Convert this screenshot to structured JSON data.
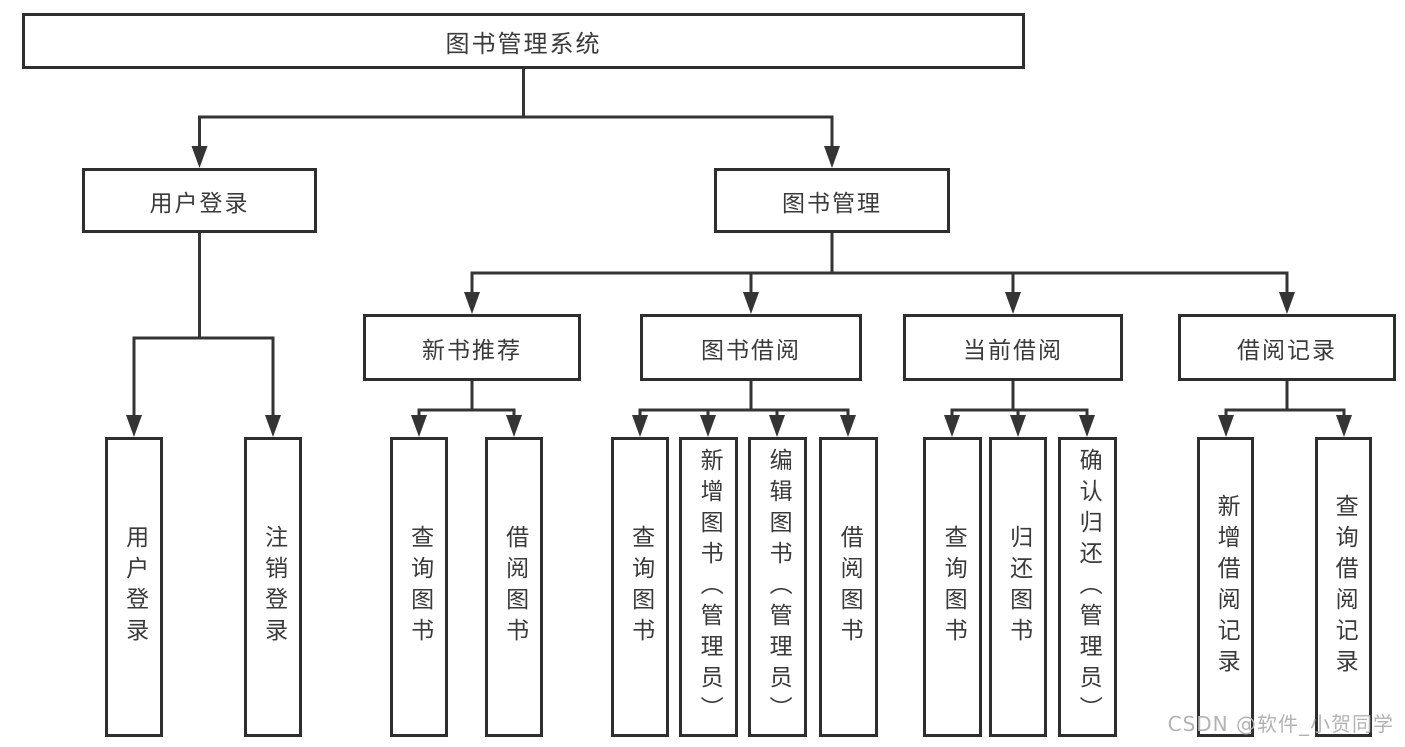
{
  "colors": {
    "background": "#ffffff",
    "line": "#343434",
    "box_border": "#2e2e2e",
    "text": "#3a3a3a",
    "watermark": "#b3b3b3"
  },
  "watermark": {
    "text": "CSDN @软件_小贺同学"
  },
  "tree": {
    "label": "图书管理系统",
    "children": [
      {
        "label": "用户登录",
        "children": [
          {
            "label": "用户登录"
          },
          {
            "label": "注销登录"
          }
        ]
      },
      {
        "label": "图书管理",
        "children": [
          {
            "label": "新书推荐",
            "children": [
              {
                "label": "查询图书"
              },
              {
                "label": "借阅图书"
              }
            ]
          },
          {
            "label": "图书借阅",
            "children": [
              {
                "label": "查询图书"
              },
              {
                "label": "新增图书（管理员）"
              },
              {
                "label": "编辑图书（管理员）"
              },
              {
                "label": "借阅图书"
              }
            ]
          },
          {
            "label": "当前借阅",
            "children": [
              {
                "label": "查询图书"
              },
              {
                "label": "归还图书"
              },
              {
                "label": "确认归还（管理员）"
              }
            ]
          },
          {
            "label": "借阅记录",
            "children": [
              {
                "label": "新增借阅记录"
              },
              {
                "label": "查询借阅记录"
              }
            ]
          }
        ]
      }
    ]
  }
}
